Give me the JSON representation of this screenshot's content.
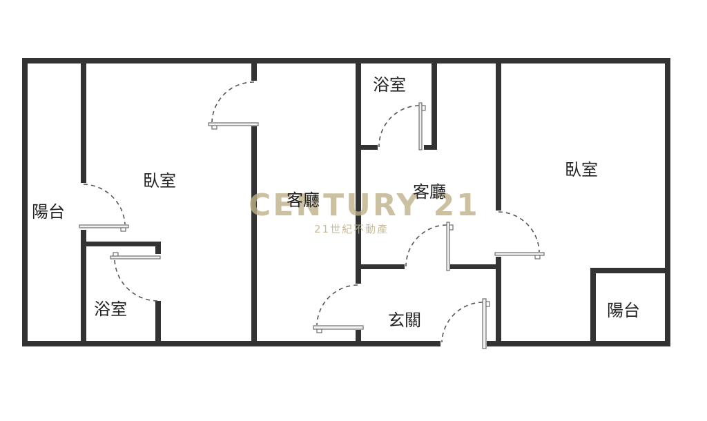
{
  "floor_plan": {
    "wall_color": "#333333",
    "rooms": [
      {
        "id": "balcony-west",
        "label": "陽台"
      },
      {
        "id": "bedroom-west",
        "label": "臥室"
      },
      {
        "id": "bathroom-west",
        "label": "浴室"
      },
      {
        "id": "living-room-west",
        "label": "客廳"
      },
      {
        "id": "bathroom-center",
        "label": "浴室"
      },
      {
        "id": "living-room-center",
        "label": "客廳"
      },
      {
        "id": "entrance",
        "label": "玄關"
      },
      {
        "id": "bedroom-east",
        "label": "臥室"
      },
      {
        "id": "balcony-east",
        "label": "陽台"
      }
    ]
  },
  "watermark": {
    "brand": "CENTURY 21",
    "subtitle": "21世紀不動產",
    "color": "#bfb28a"
  }
}
